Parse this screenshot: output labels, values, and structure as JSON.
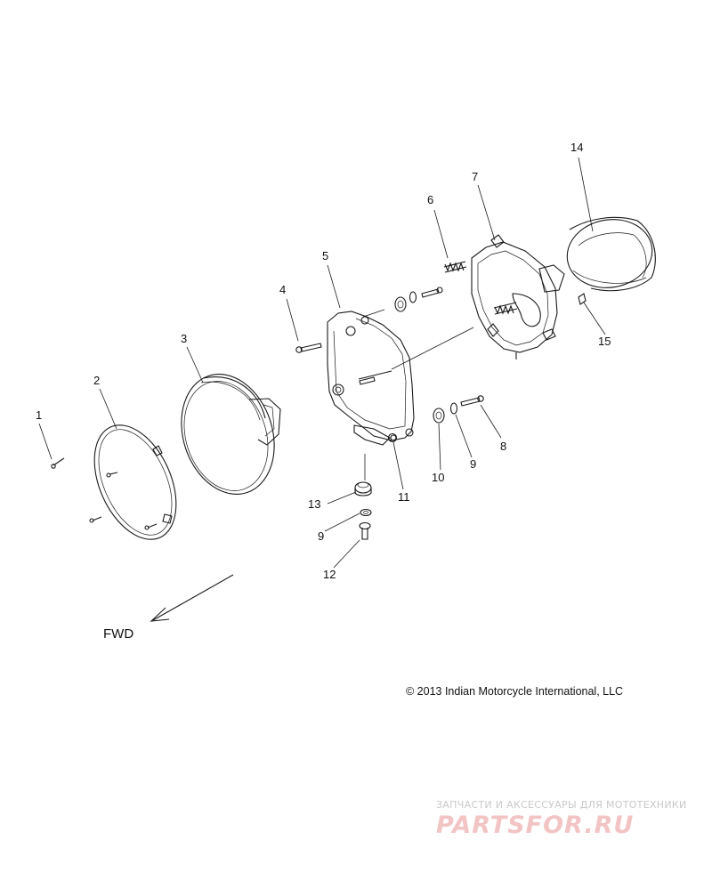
{
  "diagram": {
    "callouts": [
      {
        "id": "c1",
        "label": "1"
      },
      {
        "id": "c2",
        "label": "2"
      },
      {
        "id": "c3",
        "label": "3"
      },
      {
        "id": "c4",
        "label": "4"
      },
      {
        "id": "c5",
        "label": "5"
      },
      {
        "id": "c6",
        "label": "6"
      },
      {
        "id": "c7",
        "label": "7"
      },
      {
        "id": "c8",
        "label": "8"
      },
      {
        "id": "c9a",
        "label": "9"
      },
      {
        "id": "c9b",
        "label": "9"
      },
      {
        "id": "c10",
        "label": "10"
      },
      {
        "id": "c11",
        "label": "11"
      },
      {
        "id": "c12",
        "label": "12"
      },
      {
        "id": "c13",
        "label": "13"
      },
      {
        "id": "c14",
        "label": "14"
      },
      {
        "id": "c15",
        "label": "15"
      }
    ],
    "direction_label": "FWD",
    "copyright": "© 2013 Indian Motorcycle International, LLC"
  },
  "watermark": {
    "tagline": "ЗАПЧАСТИ И АКСЕССУАРЫ ДЛЯ МОТОТЕХНИКИ",
    "brand": "PARTSFOR.RU",
    "brand_color": "#f2c4c4"
  }
}
